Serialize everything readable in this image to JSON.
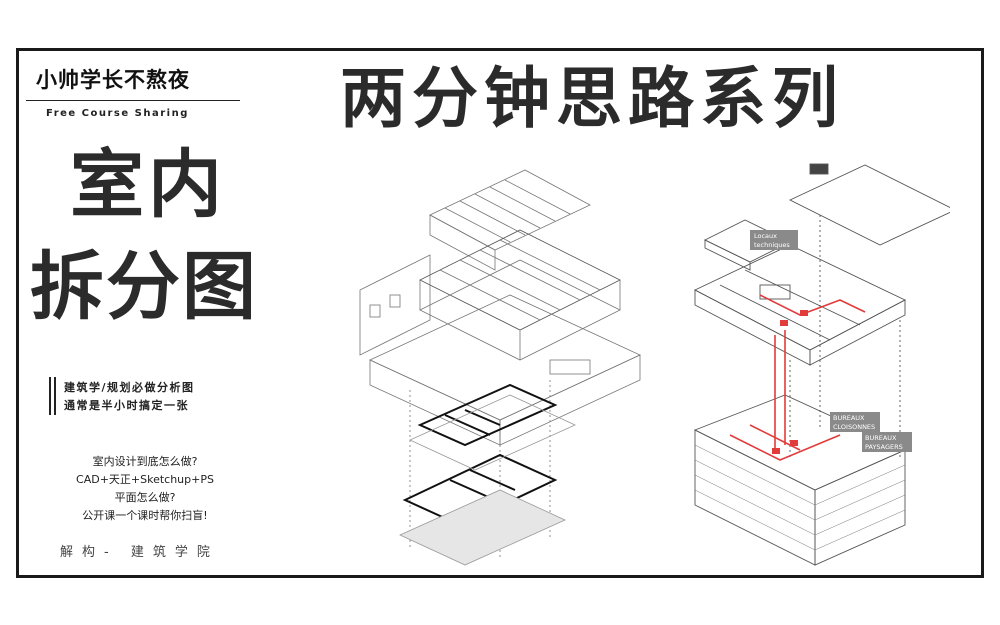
{
  "brand": {
    "name": "小帅学长不熬夜",
    "subtitle": "Free Course Sharing"
  },
  "headline": "两分钟思路系列",
  "title": {
    "line1": "室内",
    "line2": "拆分图"
  },
  "notes": [
    "建筑学/规划必做分析图",
    "通常是半小时搞定一张"
  ],
  "promo": [
    "室内设计到底怎么做?",
    "CAD+天正+Sketchup+PS",
    "平面怎么做?",
    "公开课一个课时帮你扫盲!"
  ],
  "footer": "解构- 建筑学院",
  "diagram_labels": {
    "label_a_line1": "Locaux",
    "label_a_line2": "techniques",
    "label_b_line1": "BUREAUX",
    "label_b_line2": "CLOISONNES",
    "label_c_line1": "BUREAUX",
    "label_c_line2": "PAYSAGERS"
  },
  "colors": {
    "frame": "#1a1a1a",
    "title": "#2b2b2b",
    "accent_red": "#e23b3b",
    "label_bg": "#8a8a8a"
  }
}
